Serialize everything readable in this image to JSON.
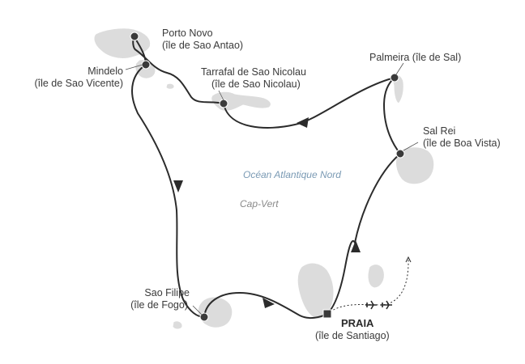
{
  "sea_label": "Océan Atlantique Nord",
  "country_label": "Cap-Vert",
  "ports": {
    "porto_novo": {
      "name": "Porto Novo",
      "island": "(île de Sao Antao)"
    },
    "mindelo": {
      "name": "Mindelo",
      "island": "(île de Sao Vicente)"
    },
    "tarrafal": {
      "name": "Tarrafal de Sao Nicolau",
      "island": "(île de Sao Nicolau)"
    },
    "palmeira": {
      "name": "Palmeira (île de Sal)"
    },
    "sal_rei": {
      "name": "Sal Rei",
      "island": "(île de Boa Vista)"
    },
    "sao_filipe": {
      "name": "Sao Filipe",
      "island": "(île de Fogo)"
    },
    "praia": {
      "name": "PRAIA",
      "island": "(île de Santiago)"
    }
  },
  "colors": {
    "island": "#dcdcdc",
    "route": "#2b2b2b",
    "port_marker": "#3a3a3a",
    "sea_text": "#7a9ab4"
  },
  "icons": [
    "airplane-icon",
    "port-marker-icon",
    "embarkation-square-icon"
  ]
}
